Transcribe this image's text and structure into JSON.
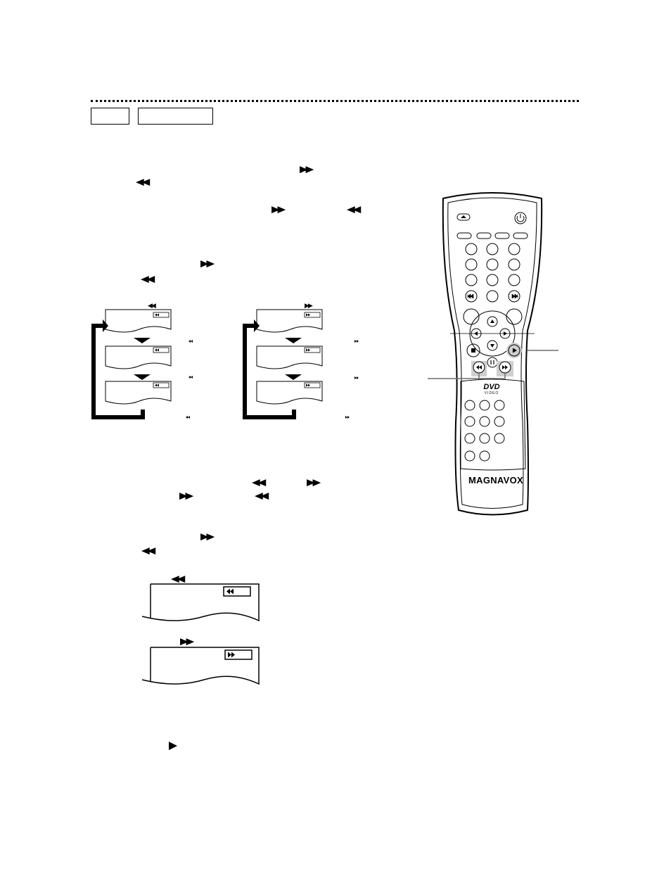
{
  "header": {
    "tabs": [
      "",
      ""
    ]
  },
  "symbols": {
    "forward": "▶▶",
    "reverse": "◀◀",
    "play": "▶"
  },
  "remote": {
    "brand": "MAGNAVOX",
    "disc_logo": "DVD",
    "disc_logo_sub": "VIDEO"
  },
  "colors": {
    "ink": "#000000",
    "callout": "#6e6e6e",
    "highlight": "#cfcfcf"
  }
}
